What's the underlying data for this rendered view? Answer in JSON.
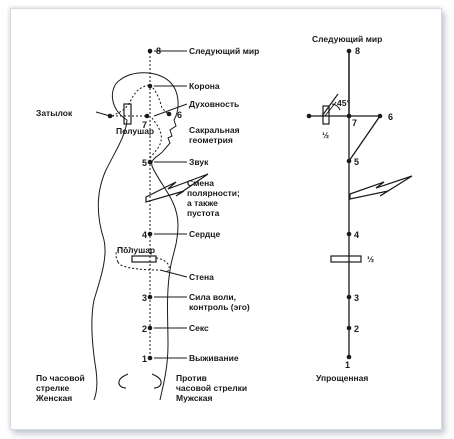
{
  "left_figure": {
    "labels": {
      "next_world": "Следующий мир",
      "crown": "Корона",
      "spirituality": "Духовность",
      "occiput": "Затылок",
      "hemisphere_top": "Полушар",
      "sacred_geometry_1": "Сакральная",
      "sacred_geometry_2": "геометрия",
      "sound": "Звук",
      "polarity_1": "Смена",
      "polarity_2": "полярности;",
      "polarity_3": "а также",
      "polarity_4": "пустота",
      "heart": "Сердце",
      "hemisphere_mid": "Полушар",
      "wall": "Стена",
      "will_1": "Сила воли,",
      "will_2": "контроль (эго)",
      "sex": "Секс",
      "survival": "Выживание",
      "clockwise_1": "По часовой",
      "clockwise_2": "стрелке",
      "female": "Женская",
      "counter_1": "Против",
      "counter_2": "часовой стрелки",
      "male": "Мужская"
    },
    "numbers": {
      "n1": "1",
      "n2": "2",
      "n3": "3",
      "n4": "4",
      "n5": "5",
      "n6": "6",
      "n7": "7",
      "n8": "8"
    }
  },
  "right_figure": {
    "labels": {
      "next_world": "Следующий мир",
      "angle": "45°",
      "half_top": "½",
      "half_mid": "½",
      "simplified": "Упрощенная"
    },
    "numbers": {
      "n1": "1",
      "n2": "2",
      "n3": "3",
      "n4": "4",
      "n5": "5",
      "n6": "6",
      "n7": "7",
      "n8": "8"
    }
  }
}
